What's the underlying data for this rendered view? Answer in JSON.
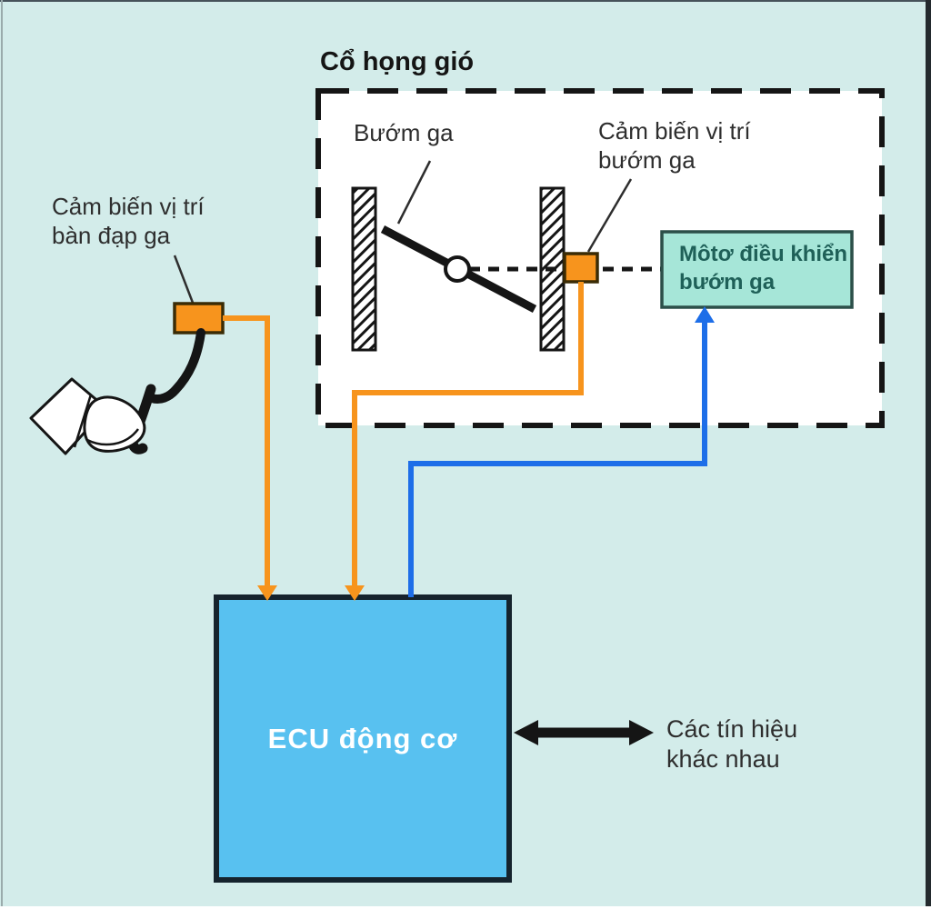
{
  "colors": {
    "background": "#d3ecea",
    "panel": "#ffffff",
    "outline": "#151515",
    "label_text": "#2e2e2e",
    "orange": "#f7941d",
    "sensor_border": "#3a2b05",
    "blue": "#1d6ee8",
    "ecu_fill": "#58c1f0",
    "ecu_border": "#15232d",
    "ecu_text": "#ffffff",
    "motor_fill": "#a6e6d8",
    "motor_border": "#2b4f49",
    "motor_text": "#1f6058",
    "frame_top": "#46525a",
    "frame_left": "#9aabac",
    "frame_right": "#232a2e",
    "frame_bottom": "#ffffff"
  },
  "throttle_body": {
    "title": "Cổ họng gió",
    "valve_label": "Bướm ga",
    "tps_label": [
      "Cảm biến vị trí",
      "bướm ga"
    ],
    "motor_label": [
      "Môtơ điều khiển",
      "bướm ga"
    ]
  },
  "pedal_sensor_label": [
    "Cảm biến vị trí",
    "bàn đạp ga"
  ],
  "ecu": {
    "label": "ECU động cơ"
  },
  "other_signals_label": [
    "Các tín hiệu",
    "khác nhau"
  ]
}
